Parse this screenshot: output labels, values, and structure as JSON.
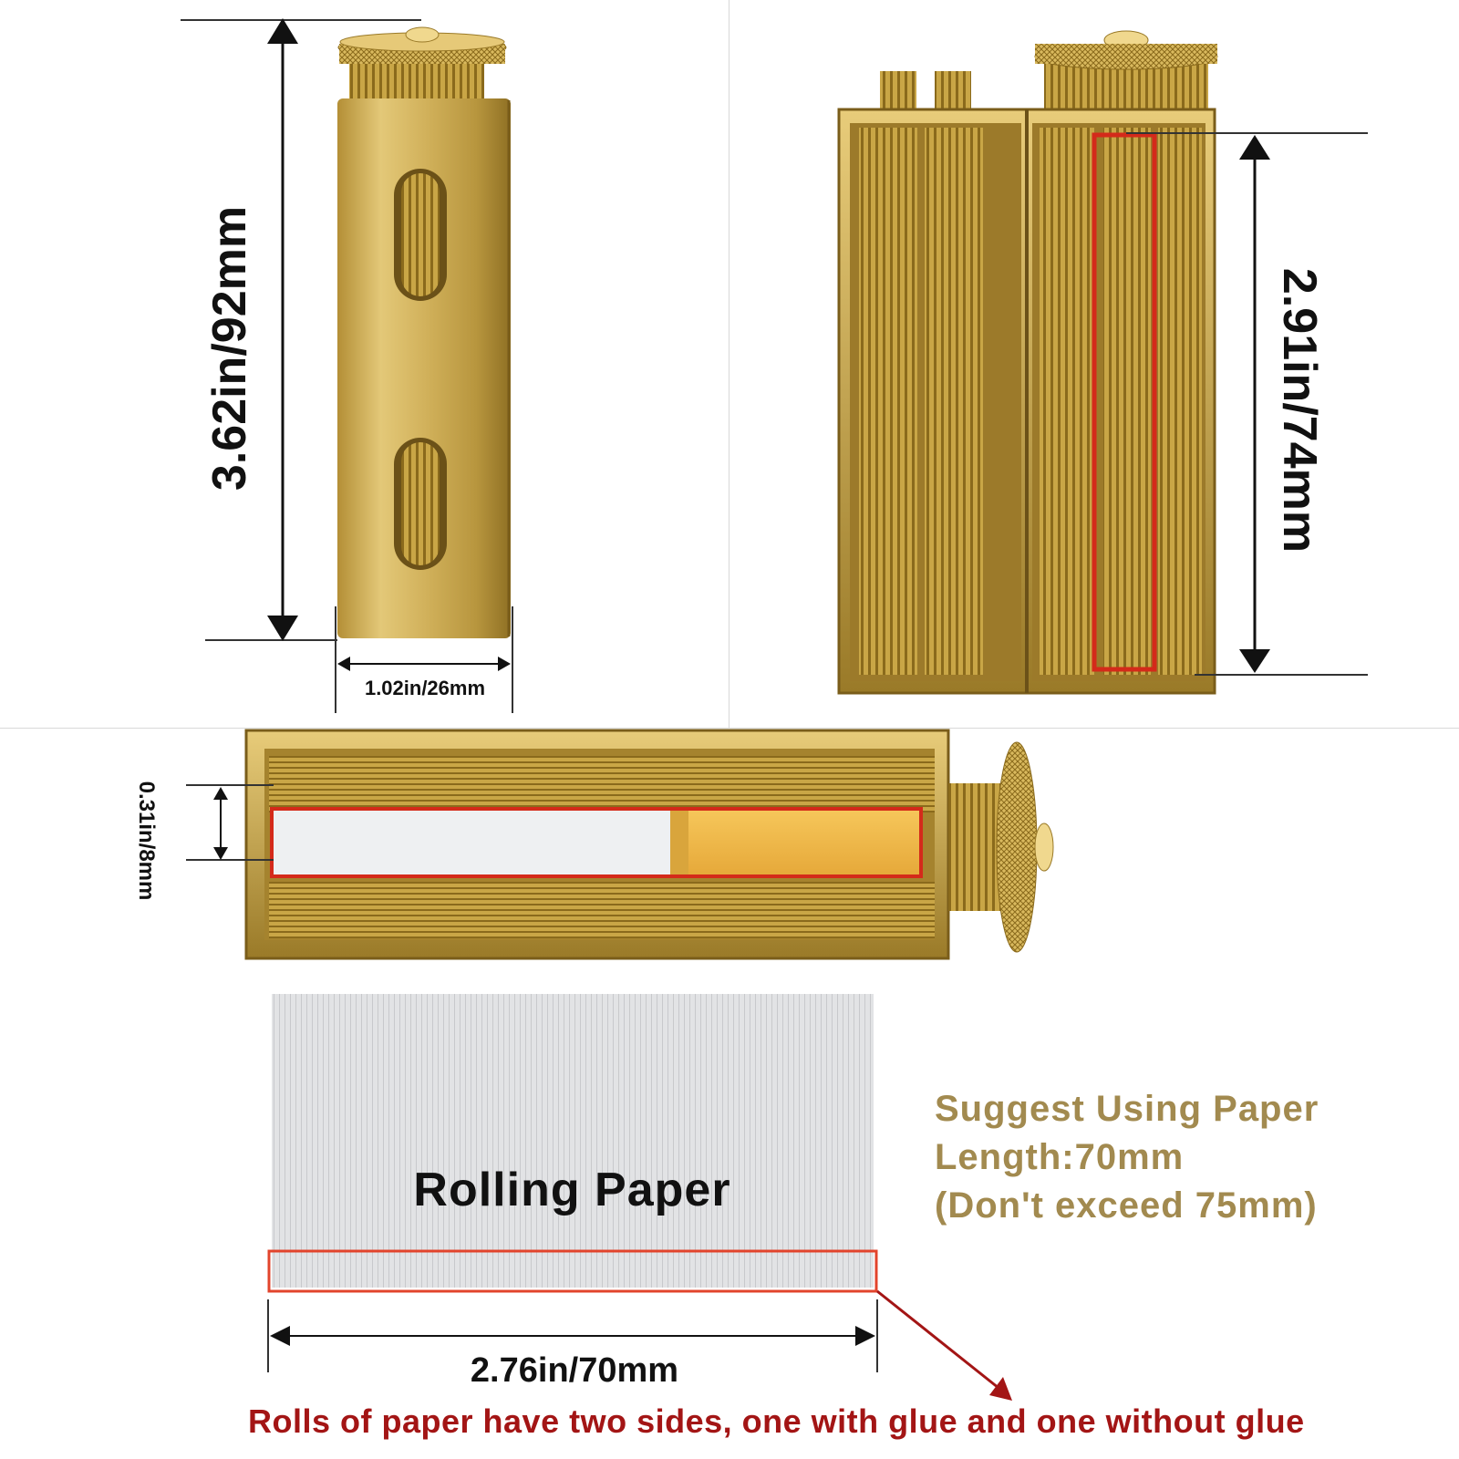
{
  "dimensions": {
    "height_closed": "3.62in/92mm",
    "width_closed": "1.02in/26mm",
    "roller_length": "2.91in/74mm",
    "diameter": "0.31in/8mm",
    "paper_width": "2.76in/70mm"
  },
  "paper": {
    "label": "Rolling Paper"
  },
  "suggestion": {
    "line1": "Suggest Using Paper",
    "line2": "Length:70mm",
    "line3": "(Don't exceed 75mm)"
  },
  "warning": "Rolls of paper have two sides, one with glue and one without glue",
  "colors": {
    "brass": "#c9a646",
    "brass_dark": "#8a6a1c",
    "highlight_red": "#d42a1a",
    "suggest_text": "#a28a4f",
    "warning_text": "#a31515"
  }
}
